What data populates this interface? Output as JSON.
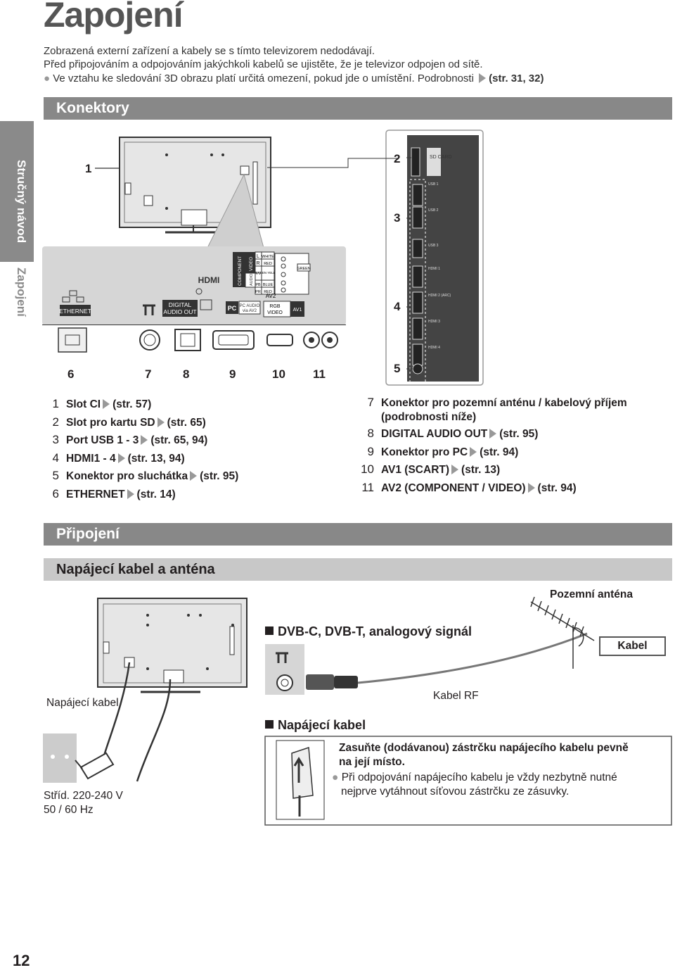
{
  "page": {
    "title": "Zapojení",
    "intro": [
      "Zobrazená externí zařízení a kabely se s tímto televizorem nedodávají.",
      "Před připojováním a odpojováním jakýchkoli kabelů se ujistěte, že je televizor odpojen od sítě.",
      "Ve vztahu ke sledování 3D obrazu platí určitá omezení, pokud jde o umístění. Podrobnosti",
      "(str. 31, 32)"
    ],
    "side_tabs": [
      "Stručný návod",
      "Zapojení"
    ],
    "page_number": "12"
  },
  "konektory": {
    "heading": "Konektory",
    "callouts": [
      "1",
      "2",
      "3",
      "4",
      "5",
      "6",
      "7",
      "8",
      "9",
      "10",
      "11"
    ],
    "panel_labels": {
      "ethernet": "ETHERNET",
      "digital_audio_out_1": "DIGITAL",
      "digital_audio_out_2": "AUDIO OUT",
      "hdmi_logo": "HDMI",
      "pc": "PC",
      "pc_audio_1": "PC AUDIO",
      "pc_audio_2": "via AV2",
      "component": "COMPONENT",
      "video": "VIDEO",
      "audio": "AUDIO",
      "l": "L",
      "r": "R",
      "white": "WHITE",
      "red": "RED",
      "green_yellow": "GREEN YELLOW",
      "yv": "Y/V",
      "pb": "PB",
      "pr": "PR",
      "blue": "BLUE",
      "red2": "RED",
      "green": "GREEN",
      "av2": "AV2",
      "rgb": "RGB",
      "video2": "VIDEO",
      "av1": "AV1"
    },
    "side_panel_labels": [
      "SD CARD",
      "USB 1",
      "USB 2",
      "USB 3",
      "HDMI 1",
      "HDMI 2 (ARC)",
      "HDMI 3",
      "HDMI 4"
    ],
    "legend_left": [
      {
        "num": "1",
        "text": "Slot CI",
        "ref": "(str. 57)"
      },
      {
        "num": "2",
        "text": "Slot pro kartu SD",
        "ref": "(str. 65)"
      },
      {
        "num": "3",
        "text": "Port USB 1 - 3",
        "ref": "(str. 65, 94)"
      },
      {
        "num": "4",
        "text": "HDMI1 - 4",
        "ref": "(str. 13, 94)"
      },
      {
        "num": "5",
        "text": "Konektor pro sluchátka",
        "ref": "(str. 95)"
      },
      {
        "num": "6",
        "text": "ETHERNET",
        "ref": "(str. 14)"
      }
    ],
    "legend_right": [
      {
        "num": "7",
        "text": "Konektor pro pozemní anténu / kabelový příjem",
        "text2": "(podrobnosti níže)",
        "ref": ""
      },
      {
        "num": "8",
        "text": "DIGITAL AUDIO OUT",
        "ref": "(str. 95)"
      },
      {
        "num": "9",
        "text": "Konektor pro PC",
        "ref": "(str. 94)"
      },
      {
        "num": "10",
        "text": "AV1 (SCART)",
        "ref": "(str. 13)"
      },
      {
        "num": "11",
        "text": "AV2 (COMPONENT / VIDEO)",
        "ref": "(str. 94)"
      }
    ]
  },
  "pripojeni": {
    "heading": "Připojení",
    "subheading": "Napájecí kabel a anténa",
    "antenna_label": "Pozemní anténa",
    "dvb_label": "DVB-C, DVB-T, analogový signál",
    "cable_label": "Kabel",
    "rf_label": "Kabel RF",
    "power_cable_label": "Napájecí kabel",
    "mains_1": "Stříd. 220-240 V",
    "mains_2": "50 / 60 Hz",
    "power_box_title": "Napájecí kabel",
    "power_box_instr_1": "Zasuňte (dodávanou) zástrčku napájecího kabelu pevně",
    "power_box_instr_2": "na její místo.",
    "power_box_note_1": "Při odpojování napájecího kabelu je vždy nezbytně nutné",
    "power_box_note_2": "nejprve vytáhnout síťovou zástrčku ze zásuvky."
  },
  "colors": {
    "bar": "#888888",
    "subbar": "#c8c8c8",
    "panel": "#d6d6d6",
    "arrow": "#999999"
  },
  "icons": [
    "ethernet-icon",
    "antenna-icon",
    "hdmi-logo",
    "arrow-icon",
    "bullet-icon",
    "square-bullet-icon",
    "plug-icon",
    "socket-icon"
  ]
}
